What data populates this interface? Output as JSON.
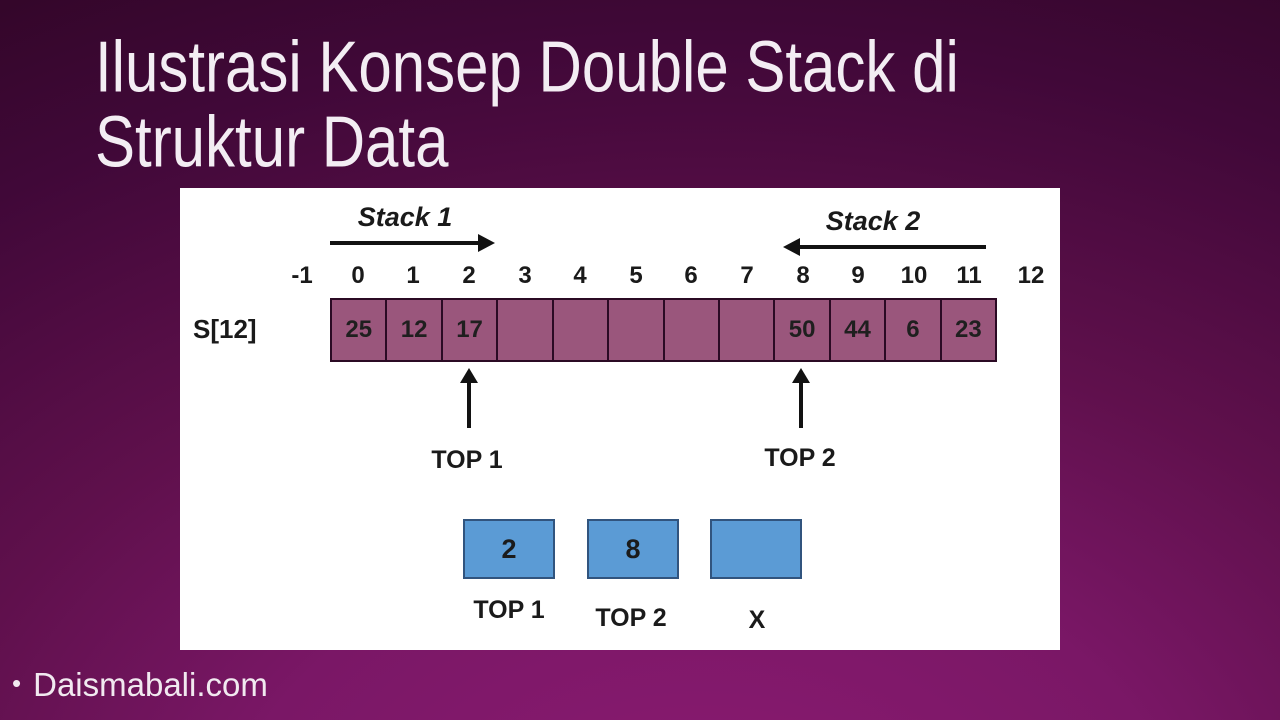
{
  "slide": {
    "title_line1": "Ilustrasi Konsep Double Stack di",
    "title_line2": "Struktur Data",
    "footer": {
      "bullet": "•",
      "text": "Daismabali.com"
    }
  },
  "diagram": {
    "stack1_label": "Stack 1",
    "stack2_label": "Stack 2",
    "array_name": "S[12]",
    "array_size": 12,
    "index_labels": [
      "-1",
      "0",
      "1",
      "2",
      "3",
      "4",
      "5",
      "6",
      "7",
      "8",
      "9",
      "10",
      "11",
      "12"
    ],
    "cell_values": [
      "25",
      "12",
      "17",
      "",
      "",
      "",
      "",
      "",
      "50",
      "44",
      "6",
      "23"
    ],
    "pointer1_label": "TOP 1",
    "pointer2_label": "TOP 2",
    "variables": [
      {
        "value": "2",
        "label": "TOP 1"
      },
      {
        "value": "8",
        "label": "TOP 2"
      },
      {
        "value": "",
        "label": "X"
      }
    ],
    "colors": {
      "panel_bg": "#ffffff",
      "cell_fill": "#9a567c",
      "cell_border": "#2b0a24",
      "box_fill": "#5b9bd5",
      "box_border": "#31547e",
      "ink": "#1a1a1a"
    }
  }
}
